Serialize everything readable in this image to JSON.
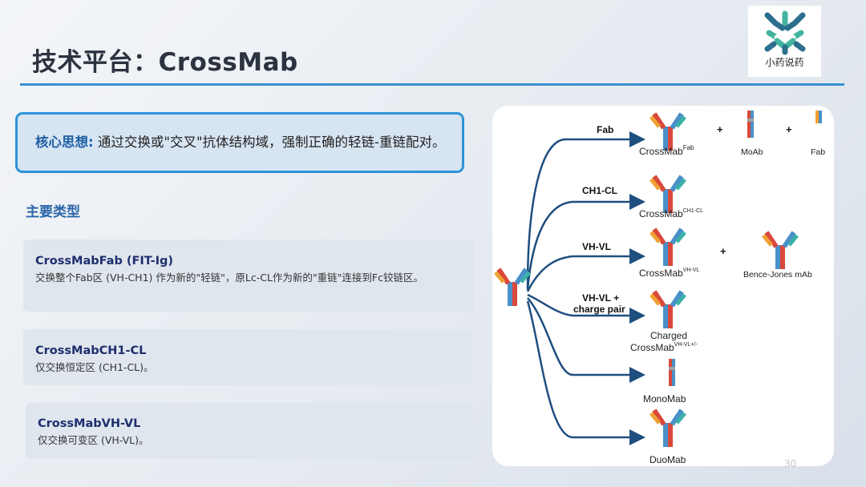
{
  "slide": {
    "title": "技术平台：CrossMab",
    "page_number": "30"
  },
  "logo": {
    "text": "小药说药"
  },
  "core_idea": {
    "label": "核心思想:",
    "text": " 通过交换或\"交叉\"抗体结构域，强制正确的轻链-重链配对。"
  },
  "section_title": "主要类型",
  "types": [
    {
      "name": "CrossMabFab (FIT-Ig)",
      "desc": "交换整个Fab区 (VH-CH1) 作为新的\"轻链\"，原Lc-CL作为新的\"重链\"连接到Fc铰链区。"
    },
    {
      "name": "CrossMabCH1-CL",
      "desc": "仅交换恒定区 (CH1-CL)。"
    },
    {
      "name": "CrossMabVH-VL",
      "desc": "仅交换可变区 (VH-VL)。"
    }
  ],
  "figure": {
    "branches": [
      {
        "label": "Fab",
        "product": "CrossMab",
        "sup": "Fab"
      },
      {
        "label": "CH1-CL",
        "product": "CrossMab",
        "sup": "CH1-CL"
      },
      {
        "label": "VH-VL",
        "product": "CrossMab",
        "sup": "VH-VL"
      },
      {
        "label": "VH-VL +",
        "label2": "charge pair",
        "product": "Charged",
        "product2": "CrossMab",
        "sup": "VH-VL+/-"
      },
      {
        "product": "MonoMab"
      },
      {
        "product": "DuoMab"
      }
    ],
    "side_products": {
      "moab": "MoAb",
      "fab": "Fab",
      "bence_jones": "Bence-Jones mAb"
    },
    "plus": "+"
  },
  "colors": {
    "accent": "#2e92d8",
    "title": "#2b3340",
    "navy": "#1e2f6e",
    "arrow": "#1f4f7f",
    "ab_red": "#d9483b",
    "ab_orange": "#f0a030",
    "ab_blue": "#4a90c8",
    "ab_teal": "#3bb1a7",
    "ab_gray": "#a0a0a0"
  }
}
